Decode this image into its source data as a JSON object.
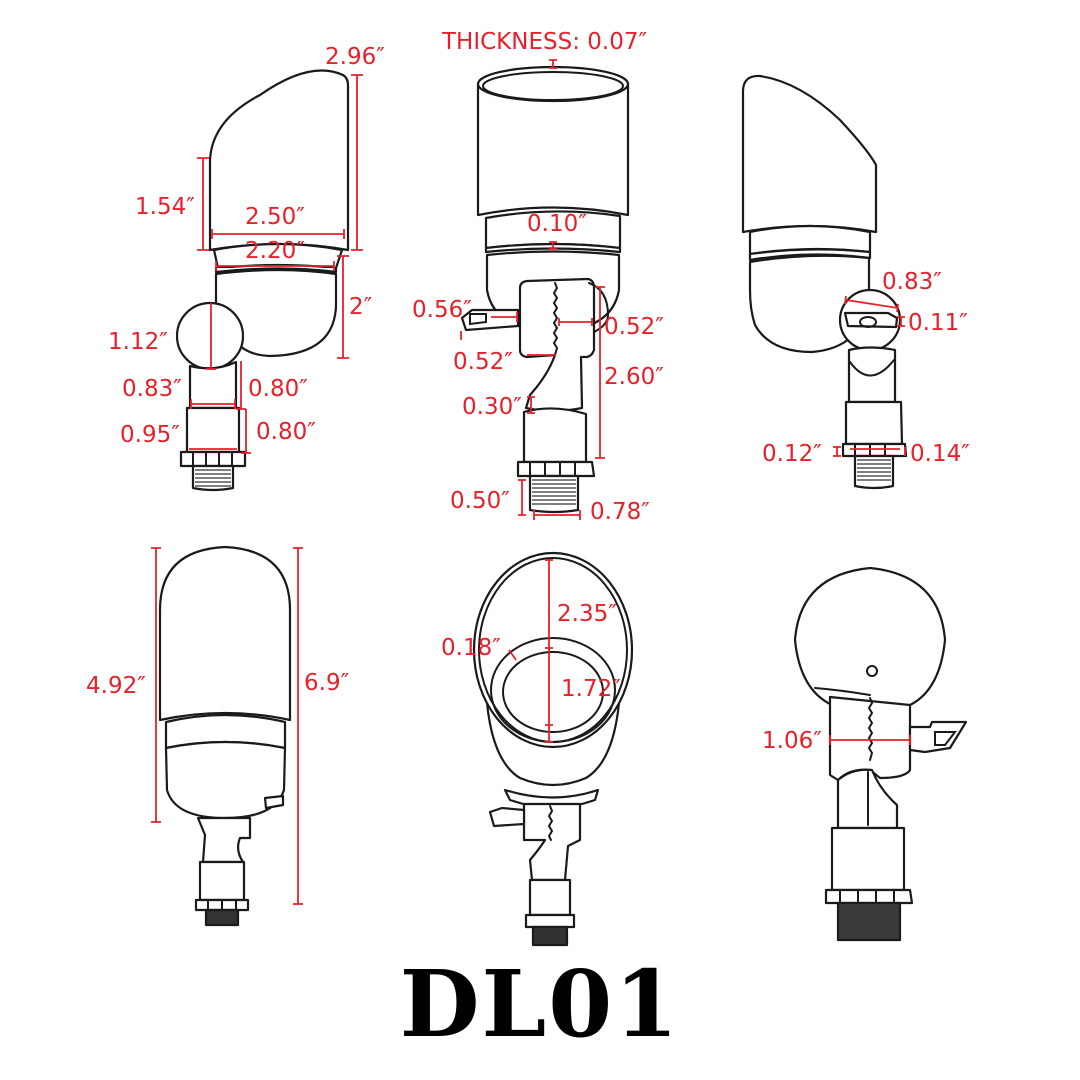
{
  "title": "DL01",
  "accent_color": "#e8202a",
  "views": [
    {
      "name": "side-view-left",
      "dimensions": {
        "overall_shroud_height": "2.96″",
        "shroud_short_side": "1.54″",
        "shroud_width": "2.50″",
        "collar_width": "2.20″",
        "body_height": "2″",
        "knuckle_diameter": "1.12″",
        "stem_width": "0.83″",
        "stem_height": "0.80″",
        "base_width": "0.95″",
        "base_height": "0.80″"
      }
    },
    {
      "name": "front-view",
      "dimensions": {
        "shroud_thickness": "THICKNESS: 0.07″",
        "groove": "0.10″",
        "tab_length": "0.56″",
        "knuckle_right": "0.52″",
        "knuckle_left": "0.52″",
        "mount_height": "2.60″",
        "stem_gap": "0.30″",
        "thread_height": "0.50″",
        "thread_width": "0.78″"
      }
    },
    {
      "name": "side-view-right",
      "dimensions": {
        "tab_width": "0.83″",
        "tab_thickness": "0.11″",
        "nut_left": "0.12″",
        "nut_right": "0.14″"
      }
    },
    {
      "name": "rear-view",
      "dimensions": {
        "head_height": "4.92″",
        "overall_height": "6.9″"
      }
    },
    {
      "name": "top-view",
      "dimensions": {
        "shroud_opening": "2.35″",
        "lens_rim": "0.18″",
        "lens_diameter": "1.72″"
      }
    },
    {
      "name": "bottom-view",
      "dimensions": {
        "knuckle_width": "1.06″"
      }
    }
  ]
}
